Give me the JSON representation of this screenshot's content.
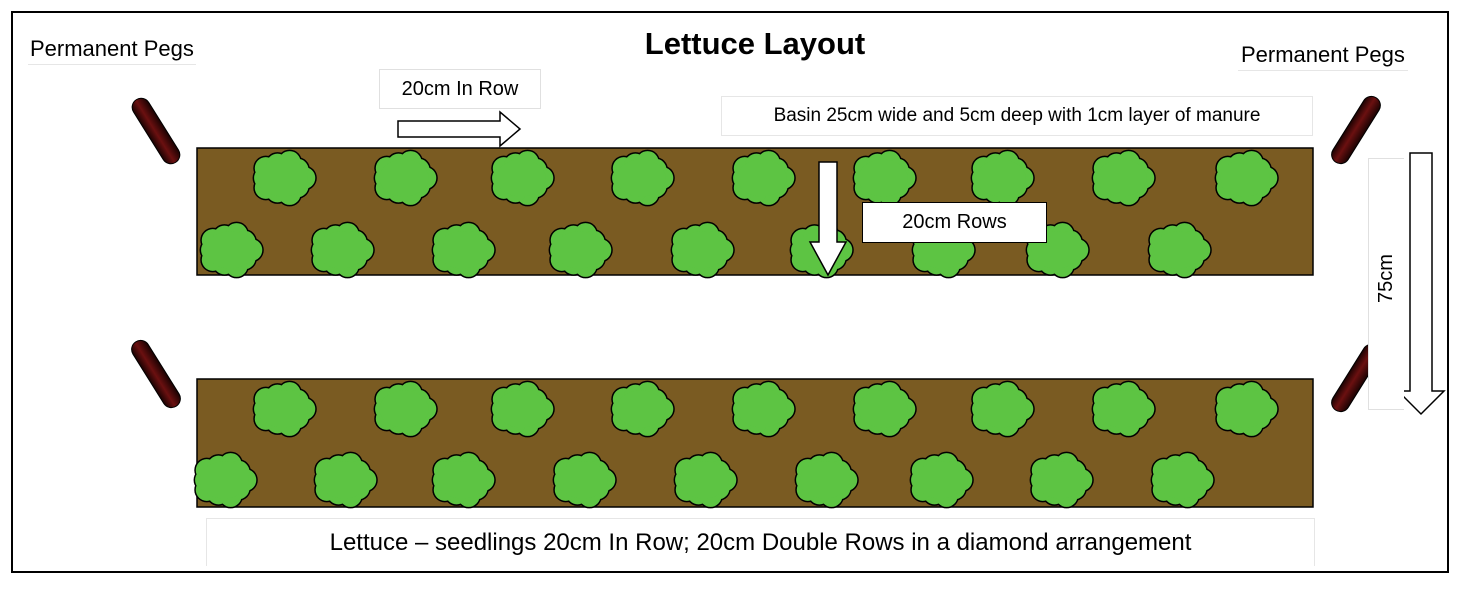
{
  "title": "Lettuce Layout",
  "pegs_label_left": "Permanent Pegs",
  "pegs_label_right": "Permanent Pegs",
  "in_row_label": "20cm In Row",
  "basin_label": "Basin 25cm wide and 5cm deep with 1cm layer of manure",
  "rows_label": "20cm Rows",
  "depth_label": "75cm",
  "caption": "Lettuce – seedlings 20cm In Row; 20cm Double Rows in a diamond arrangement",
  "colors": {
    "soil": "#7a5b22",
    "lettuce": "#5dc443",
    "peg": "#3a0606"
  }
}
